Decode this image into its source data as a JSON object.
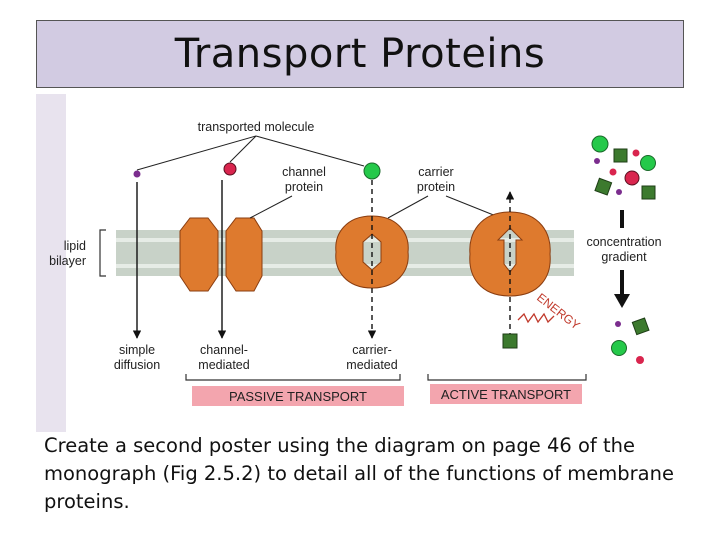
{
  "title": "Transport Proteins",
  "caption": "Create a second poster using the diagram on page 46 of the monograph (Fig 2.5.2) to detail all of the functions of membrane proteins.",
  "diagram": {
    "labels": {
      "transported_molecule": "transported molecule",
      "channel_protein": [
        "channel",
        "protein"
      ],
      "carrier_protein": [
        "carrier",
        "protein"
      ],
      "lipid_bilayer": [
        "lipid",
        "bilayer"
      ],
      "concentration_gradient": [
        "concentration",
        "gradient"
      ],
      "energy": "ENERGY",
      "simple_diffusion": [
        "simple",
        "diffusion"
      ],
      "channel_mediated": [
        "channel-",
        "mediated"
      ],
      "carrier_mediated": [
        "carrier-",
        "mediated"
      ],
      "passive_transport": "PASSIVE TRANSPORT",
      "active_transport": "ACTIVE TRANSPORT"
    },
    "colors": {
      "protein": "#de7a2e",
      "protein_stroke": "#8a3d10",
      "bilayer": "#c6d0c6",
      "green_molecule": "#25c94a",
      "dark_green_molecule": "#3c7a2e",
      "red_molecule": "#d9254e",
      "purple_molecule": "#7b2d8e",
      "transport_bar": "#f3a5ae",
      "page_left_strip": "#e5e1ec"
    }
  }
}
